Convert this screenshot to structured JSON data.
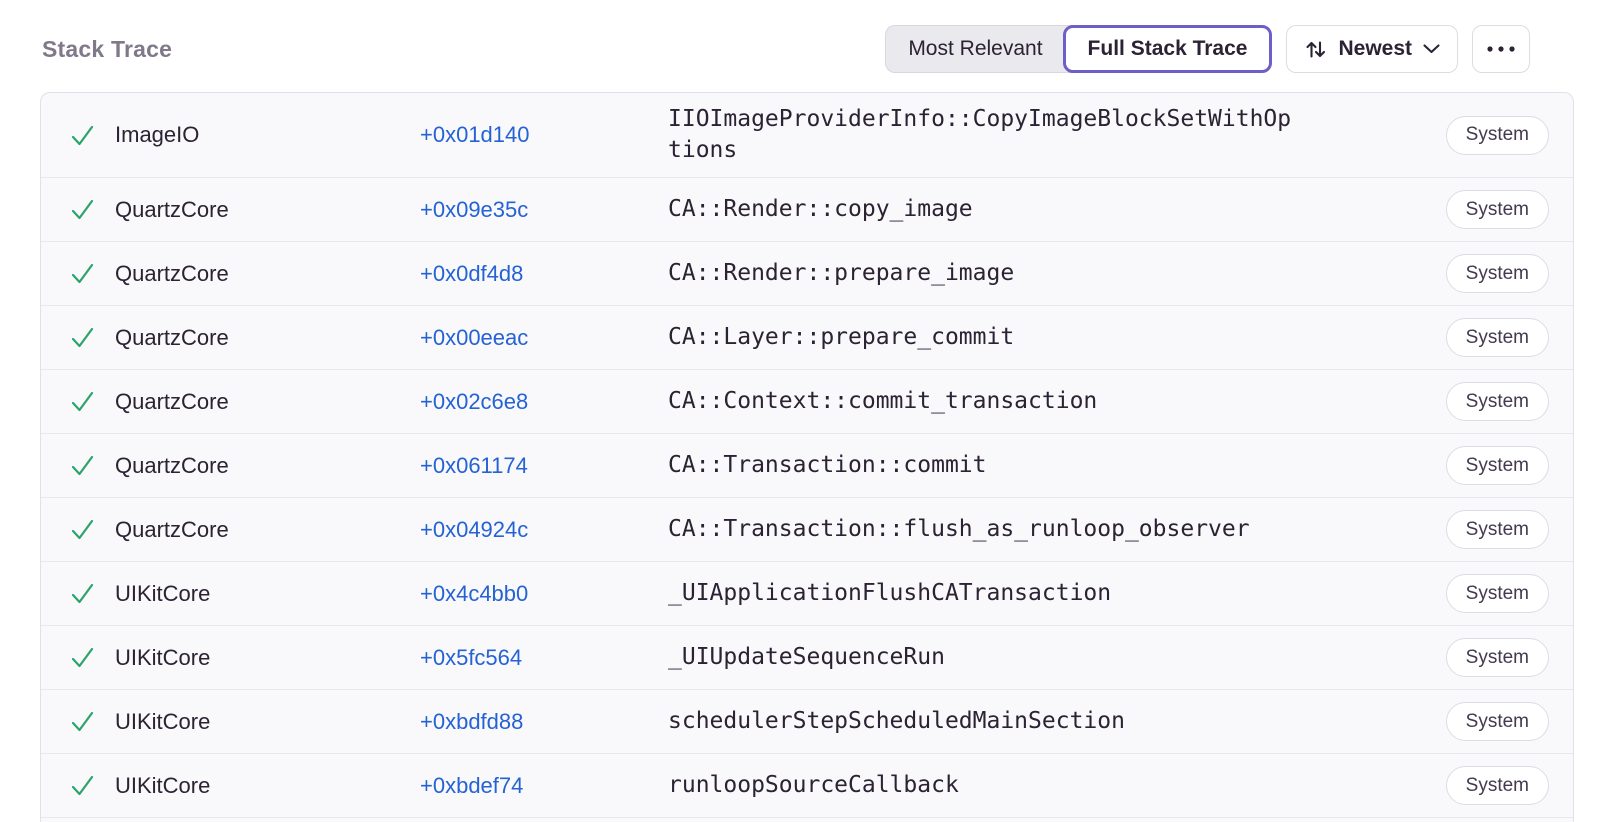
{
  "header": {
    "title": "Stack Trace",
    "segmented_control": {
      "options": [
        {
          "label": "Most Relevant",
          "active": false
        },
        {
          "label": "Full Stack Trace",
          "active": true
        }
      ]
    },
    "sort_button": {
      "label": "Newest"
    }
  },
  "colors": {
    "accent_purple": "#6c5fc7",
    "link_blue": "#2562d4",
    "success_green": "#2ba36b",
    "text_dark": "#2b2233",
    "title_gray": "#80798a",
    "row_background": "#f9f9fb"
  },
  "icons": {
    "row_status": "checkmark-icon",
    "sort": "sort-arrows-icon",
    "sort_chevron": "chevron-down-icon",
    "more": "ellipsis-icon"
  },
  "frames": [
    {
      "module": "ImageIO",
      "address": "+0x01d140",
      "function": "IIOImageProviderInfo::CopyImageBlockSetWithOptions",
      "tag": "System"
    },
    {
      "module": "QuartzCore",
      "address": "+0x09e35c",
      "function": "CA::Render::copy_image",
      "tag": "System"
    },
    {
      "module": "QuartzCore",
      "address": "+0x0df4d8",
      "function": "CA::Render::prepare_image",
      "tag": "System"
    },
    {
      "module": "QuartzCore",
      "address": "+0x00eeac",
      "function": "CA::Layer::prepare_commit",
      "tag": "System"
    },
    {
      "module": "QuartzCore",
      "address": "+0x02c6e8",
      "function": "CA::Context::commit_transaction",
      "tag": "System"
    },
    {
      "module": "QuartzCore",
      "address": "+0x061174",
      "function": "CA::Transaction::commit",
      "tag": "System"
    },
    {
      "module": "QuartzCore",
      "address": "+0x04924c",
      "function": "CA::Transaction::flush_as_runloop_observer",
      "tag": "System"
    },
    {
      "module": "UIKitCore",
      "address": "+0x4c4bb0",
      "function": "_UIApplicationFlushCATransaction",
      "tag": "System"
    },
    {
      "module": "UIKitCore",
      "address": "+0x5fc564",
      "function": "_UIUpdateSequenceRun",
      "tag": "System"
    },
    {
      "module": "UIKitCore",
      "address": "+0xbdfd88",
      "function": "schedulerStepScheduledMainSection",
      "tag": "System"
    },
    {
      "module": "UIKitCore",
      "address": "+0xbdef74",
      "function": "runloopSourceCallback",
      "tag": "System"
    }
  ]
}
